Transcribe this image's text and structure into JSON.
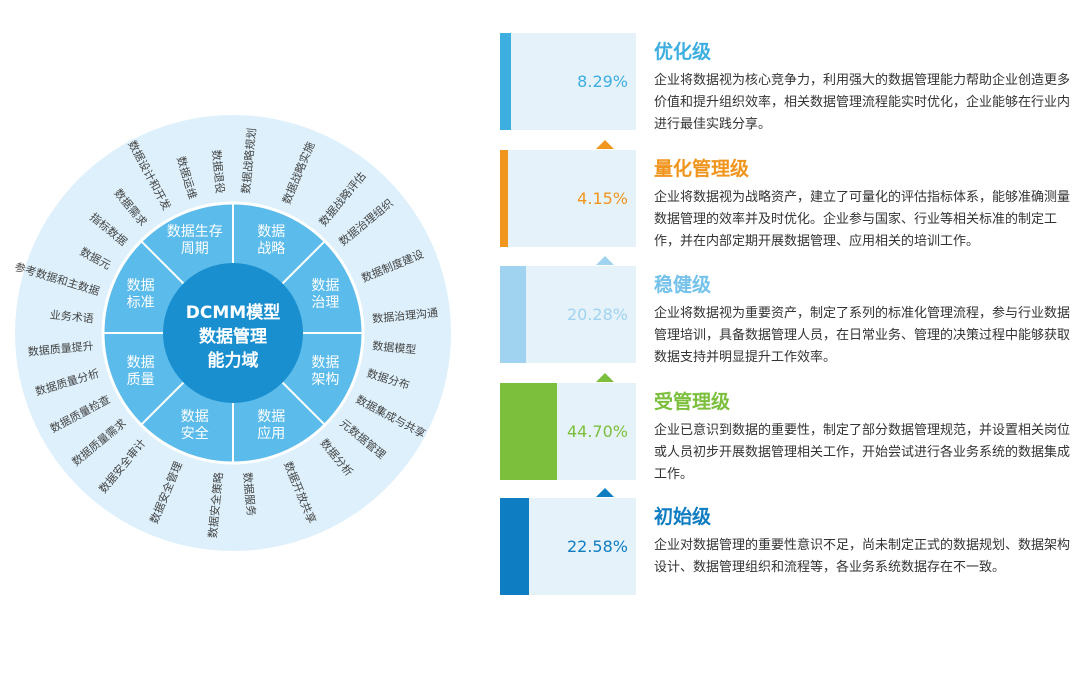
{
  "diagram": {
    "center": [
      "DCMM模型",
      "数据管理",
      "能力域"
    ],
    "domains": [
      {
        "name": [
          "数据",
          "战略"
        ],
        "items": [
          "数据战略规划",
          "数据战略实施",
          "数据战略评估"
        ]
      },
      {
        "name": [
          "数据",
          "治理"
        ],
        "items": [
          "数据治理组织",
          "数据制度建设",
          "数据治理沟通"
        ]
      },
      {
        "name": [
          "数据",
          "架构"
        ],
        "items": [
          "数据模型",
          "数据分布",
          "数据集成与共享",
          "元数据管理"
        ]
      },
      {
        "name": [
          "数据",
          "应用"
        ],
        "items": [
          "数据分析",
          "数据开放共享",
          "数据服务"
        ]
      },
      {
        "name": [
          "数据",
          "安全"
        ],
        "items": [
          "数据安全策略",
          "数据安全管理",
          "数据安全审计"
        ]
      },
      {
        "name": [
          "数据",
          "质量"
        ],
        "items": [
          "数据质量需求",
          "数据质量检查",
          "数据质量分析",
          "数据质量提升"
        ]
      },
      {
        "name": [
          "数据",
          "标准"
        ],
        "items": [
          "业务术语",
          "参考数据和主数据",
          "数据元",
          "指标数据"
        ]
      },
      {
        "name": [
          "数据生存",
          "周期"
        ],
        "items": [
          "数据需求",
          "数据设计和开发",
          "数据运维",
          "数据退役"
        ]
      }
    ]
  },
  "levels": [
    {
      "name": "优化级",
      "percent": "8.29%",
      "value": 8.29,
      "color": "#3daee0",
      "description": "企业将数据视为核心竞争力，利用强大的数据管理能力帮助企业创造更多价值和提升组织效率，相关数据管理流程能实时优化，企业能够在行业内进行最佳实践分享。"
    },
    {
      "name": "量化管理级",
      "percent": "4.15%",
      "value": 4.15,
      "color": "#f0951e",
      "description": "企业将数据视为战略资产，建立了可量化的评估指标体系，能够准确测量数据管理的效率并及时优化。企业参与国家、行业等相关标准的制定工作，并在内部定期开展数据管理、应用相关的培训工作。"
    },
    {
      "name": "稳健级",
      "percent": "20.28%",
      "value": 20.28,
      "color": "#9fd3f0",
      "description": "企业将数据视为重要资产，制定了系列的标准化管理流程，参与行业数据管理培训，具备数据管理人员，在日常业务、管理的决策过程中能够获取数据支持并明显提升工作效率。"
    },
    {
      "name": "受管理级",
      "percent": "44.70%",
      "value": 44.7,
      "color": "#7cbf3c",
      "description": "企业已意识到数据的重要性，制定了部分数据管理规范，并设置相关岗位或人员初步开展数据管理相关工作，开始尝试进行各业务系统的数据集成工作。"
    },
    {
      "name": "初始级",
      "percent": "22.58%",
      "value": 22.58,
      "color": "#0f7dc2",
      "description": "企业对数据管理的重要性意识不足，尚未制定正式的数据规划、数据架构设计、数据管理组织和流程等，各业务系统数据存在不一致。"
    }
  ],
  "colors": {
    "outer_ring": "#ddf0fb",
    "inner_ring": "#5bbbea",
    "center": "#1a8fd0",
    "item_text": "#444444"
  }
}
